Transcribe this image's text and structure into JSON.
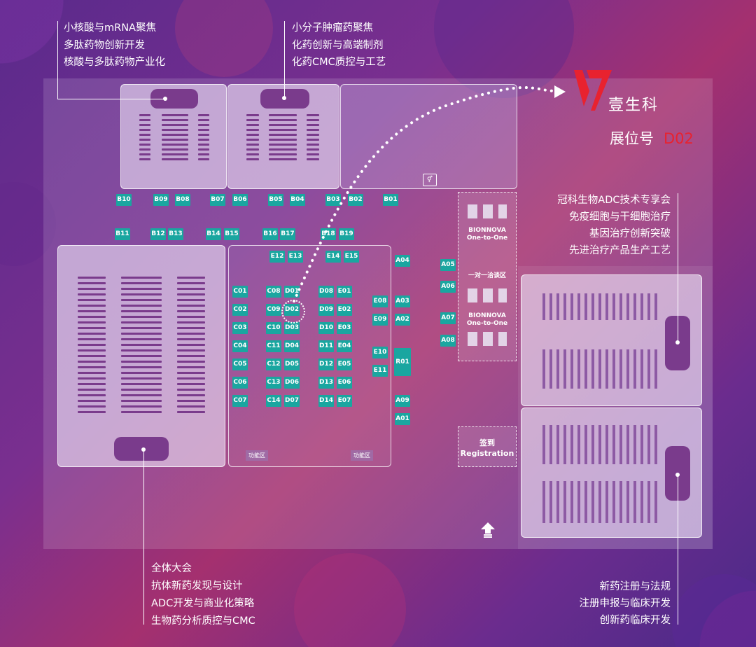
{
  "labels": {
    "top_left": [
      "小核酸与mRNA聚焦",
      "多肽药物创新开发",
      "核酸与多肽药物产业化"
    ],
    "top_middle": [
      "小分子肿瘤药聚焦",
      "化药创新与高端制剂",
      "化药CMC质控与工艺"
    ],
    "right": [
      "冠科生物ADC技术专享会",
      "免疫细胞与干细胞治疗",
      "基因治疗创新突破",
      "先进治疗产品生产工艺"
    ],
    "bottom_left": [
      "全体大会",
      "抗体新药发现与设计",
      "ADC开发与商业化策略",
      "生物药分析质控与CMC"
    ],
    "bottom_right": [
      "新药注册与法规",
      "注册申报与临床开发",
      "创新药临床开发"
    ]
  },
  "brand": {
    "name": "壹生科",
    "booth_label": "展位号",
    "booth_number": "D02",
    "accent": "#e8222f"
  },
  "booths": {
    "b_top": [
      "B10",
      "B09",
      "B08",
      "B07",
      "B06",
      "B05",
      "B04",
      "B03",
      "B02",
      "B01"
    ],
    "b_bottom": [
      "B11",
      "B12",
      "B13",
      "B14",
      "B15",
      "B16",
      "B17",
      "B18",
      "B19"
    ],
    "e_top": [
      "E12",
      "E13",
      "E14",
      "E15"
    ],
    "col_c1": [
      "C01",
      "C02",
      "C03",
      "C04",
      "C05",
      "C06",
      "C07"
    ],
    "col_c2": [
      "C08",
      "C09",
      "C10",
      "C11",
      "C12",
      "C13",
      "C14"
    ],
    "col_d1": [
      "D01",
      "D02",
      "D03",
      "D04",
      "D05",
      "D06",
      "D07"
    ],
    "col_d2": [
      "D08",
      "D09",
      "D10",
      "D11",
      "D12",
      "D13",
      "D14"
    ],
    "col_e": [
      "E01",
      "E02",
      "E03",
      "E04",
      "E05",
      "E06",
      "E07"
    ],
    "e_side": [
      "E08",
      "E09",
      "E10",
      "E11"
    ],
    "a_col": [
      "A04",
      "A03",
      "A02",
      "A09",
      "A01"
    ],
    "a_right": [
      "A05",
      "A06",
      "A07",
      "A08"
    ],
    "r01": "R01"
  },
  "oneone": {
    "top_line1": "BIONNOVA",
    "top_line2": "One-to-One",
    "middle": "一对一洽谈区",
    "bottom_line1": "BIONNOVA",
    "bottom_line2": "One-to-One"
  },
  "registration": {
    "cn": "签到",
    "en": "Registration"
  },
  "functional_area": "功能区",
  "icons": {
    "restroom": "restroom-icon",
    "entrance": "arrow-up-icon",
    "pointer": "arrow-right-icon"
  },
  "colors": {
    "booth": "#1aa6a0",
    "stage": "#7a3b8c"
  }
}
